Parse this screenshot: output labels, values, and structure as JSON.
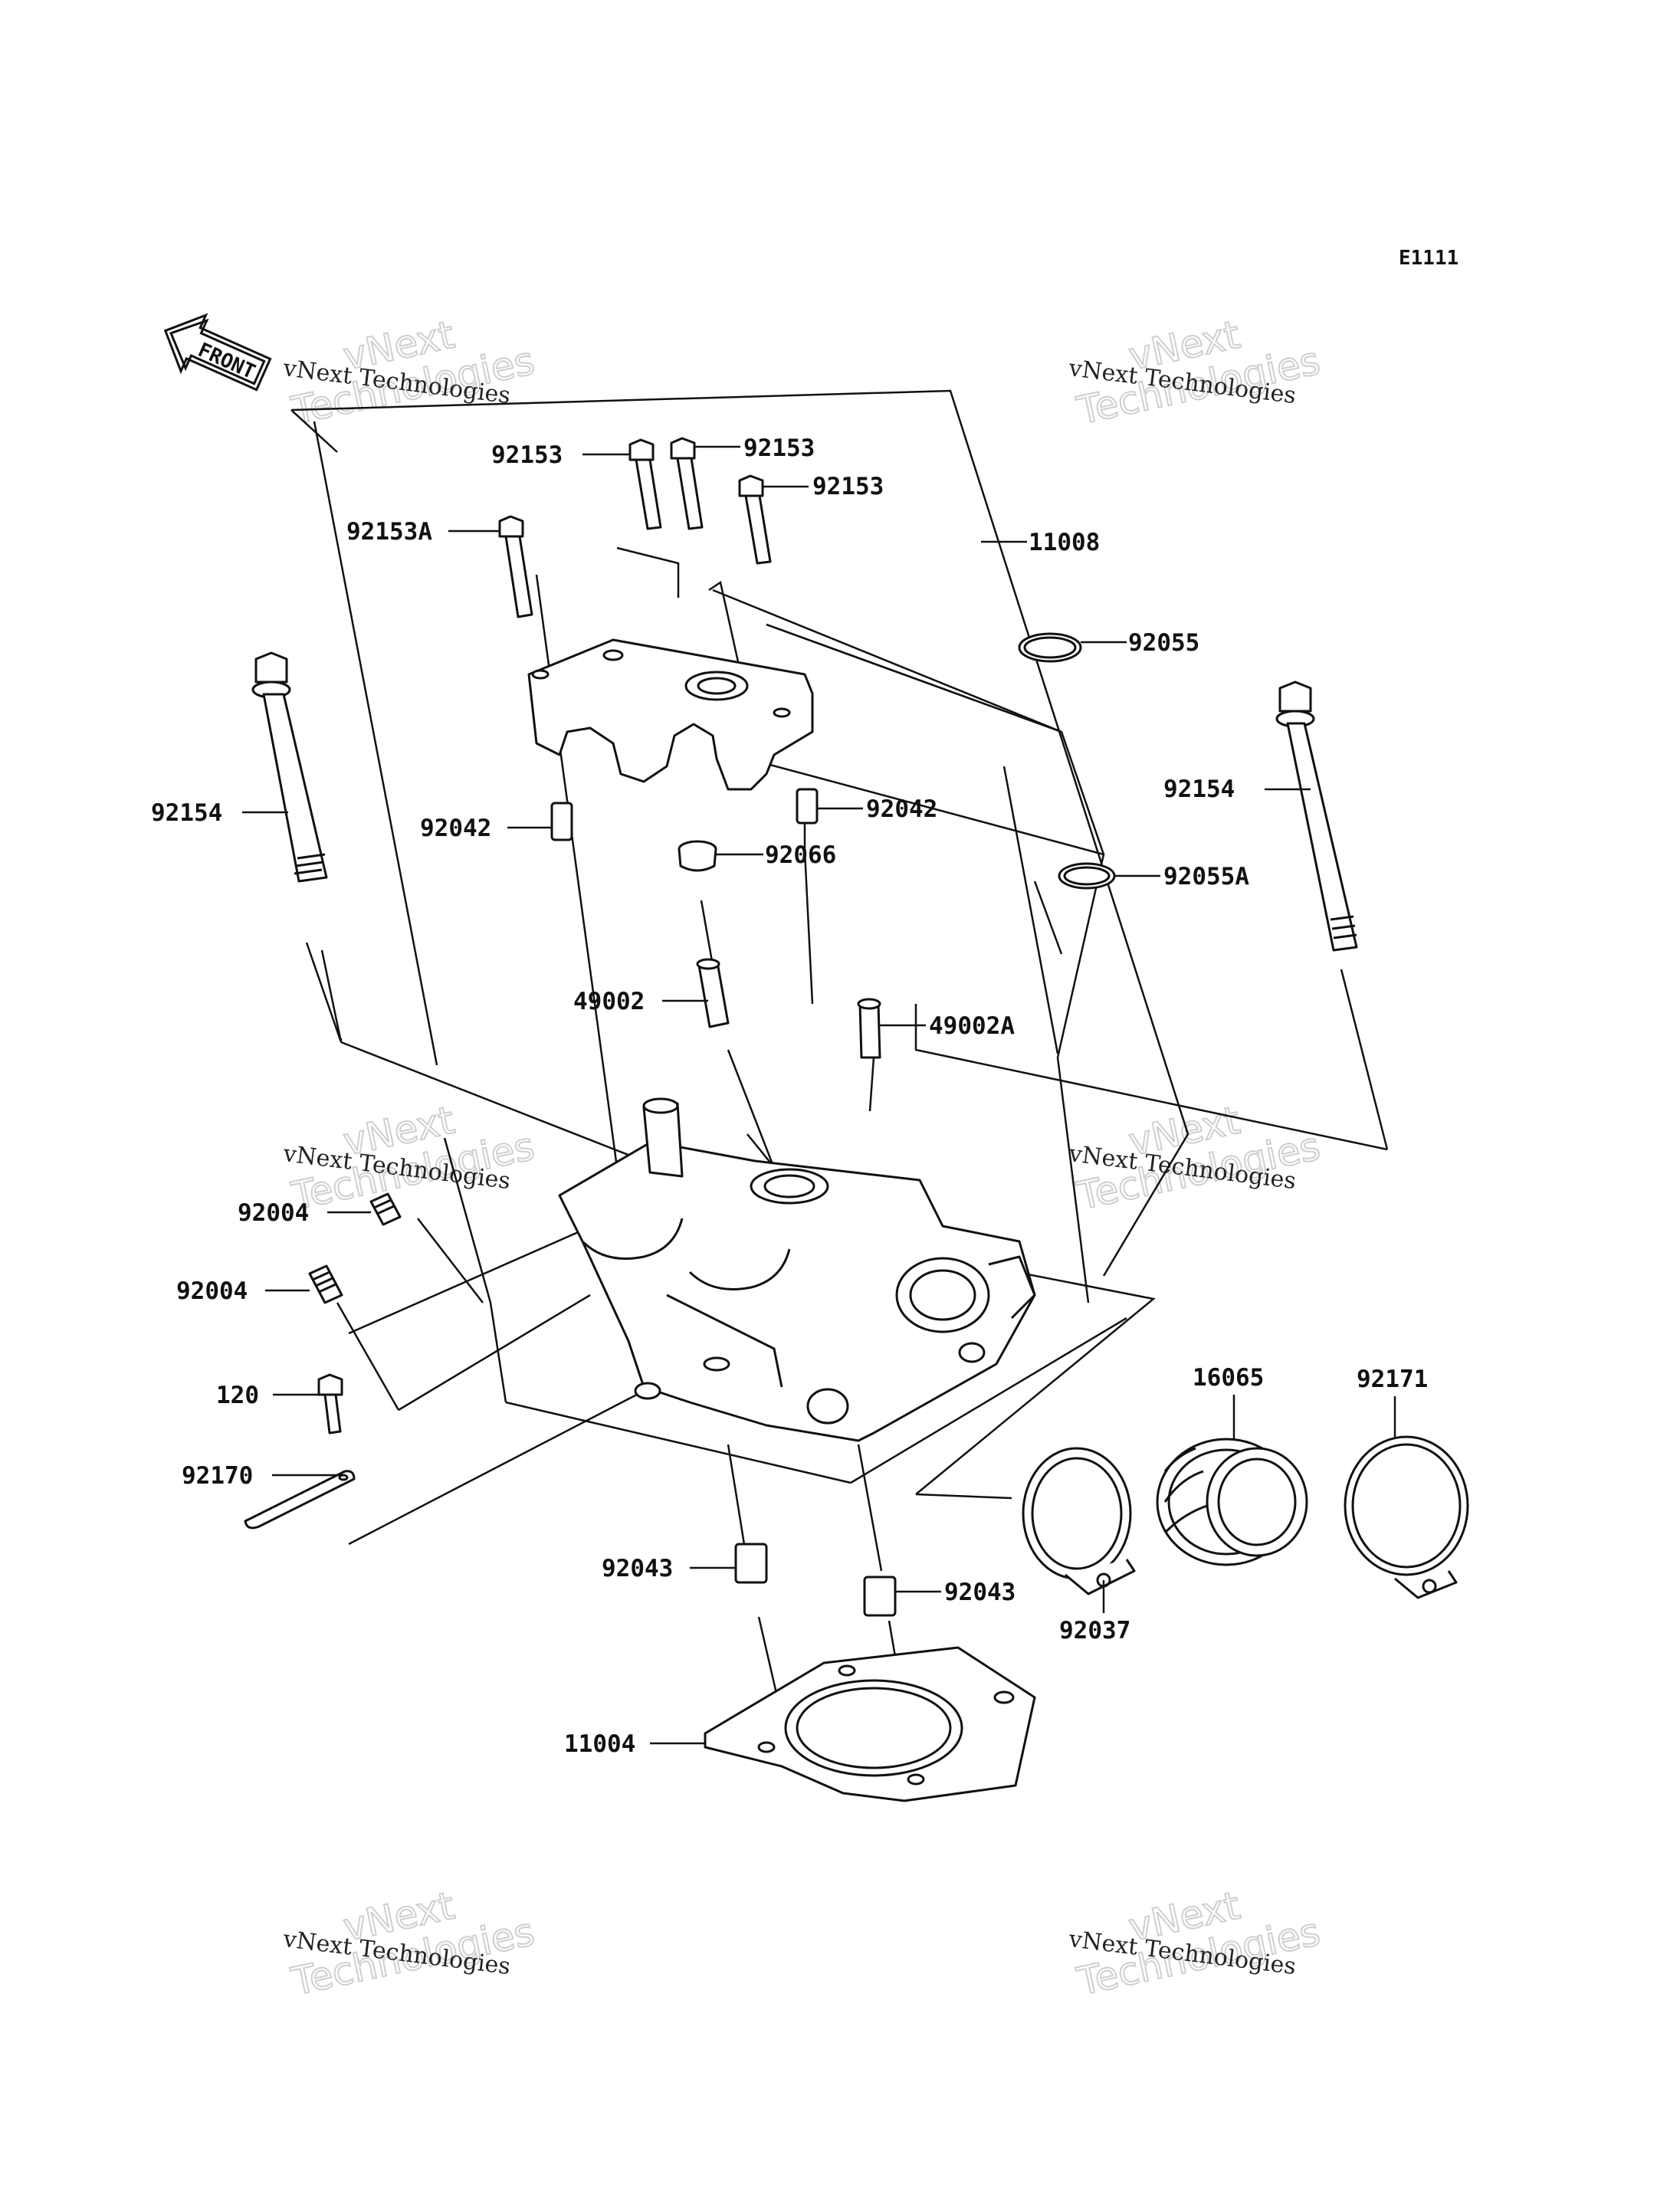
{
  "diagram_code": "E1111",
  "front_label": "FRONT",
  "watermarks": [
    {
      "line1": "vNext Technologies",
      "line2": "vNext",
      "line3": "Technologies"
    },
    {
      "line1": "vNext Technologies",
      "line2": "vNext",
      "line3": "Technologies"
    },
    {
      "line1": "vNext Technologies",
      "line2": "vNext",
      "line3": "Technologies"
    },
    {
      "line1": "vNext Technologies",
      "line2": "vNext",
      "line3": "Technologies"
    },
    {
      "line1": "vNext Technologies",
      "line2": "vNext",
      "line3": "Technologies"
    },
    {
      "line1": "vNext Technologies",
      "line2": "vNext",
      "line3": "Technologies"
    }
  ],
  "part_labels": [
    "92153",
    "92153",
    "92153",
    "92153A",
    "11008",
    "92055",
    "92154",
    "92154",
    "92042",
    "92042",
    "92066",
    "92055A",
    "49002",
    "49002A",
    "92004",
    "92004",
    "120",
    "92170",
    "16065",
    "92171",
    "92043",
    "92043",
    "92037",
    "11004"
  ]
}
